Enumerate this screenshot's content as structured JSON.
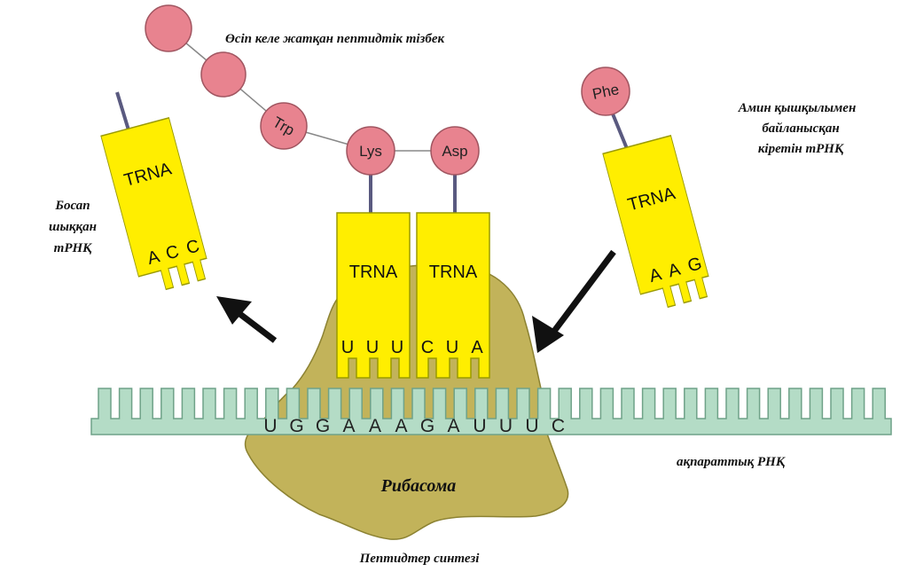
{
  "labels": {
    "growing_chain": "Өсіп келе жатқан пептидтік тізбек",
    "incoming_trna_line1": "Амин қышқылымен",
    "incoming_trna_line2": "байланысқан",
    "incoming_trna_line3": "кіретін тРНҚ",
    "released_trna_line1": "Босап",
    "released_trna_line2": "шыққан",
    "released_trna_line3": "тРНҚ",
    "ribosome": "Рибасома",
    "mrna": "ақпараттық РНҚ",
    "synthesis": "Пептидтер синтезі"
  },
  "amino_acids": {
    "trp": "Trp",
    "lys": "Lys",
    "asp": "Asp",
    "phe": "Phe"
  },
  "trna": {
    "released": {
      "label": "TRNA",
      "anticodon": [
        "A",
        "C",
        "C"
      ]
    },
    "lys_site": {
      "label": "TRNA",
      "anticodon": [
        "U",
        "U",
        "U"
      ]
    },
    "asp_site": {
      "label": "TRNA",
      "anticodon": [
        "C",
        "U",
        "A"
      ]
    },
    "incoming": {
      "label": "TRNA",
      "anticodon": [
        "A",
        "A",
        "G"
      ]
    }
  },
  "mrna_sequence": [
    "U",
    "G",
    "G",
    "A",
    "A",
    "A",
    "G",
    "A",
    "U",
    "U",
    "U",
    "C"
  ],
  "colors": {
    "amino_acid": "#e8838f",
    "trna": "#ffee00",
    "ribosome": "#c2b35a",
    "mrna": "#b4dcc6",
    "arrow": "#111111"
  }
}
